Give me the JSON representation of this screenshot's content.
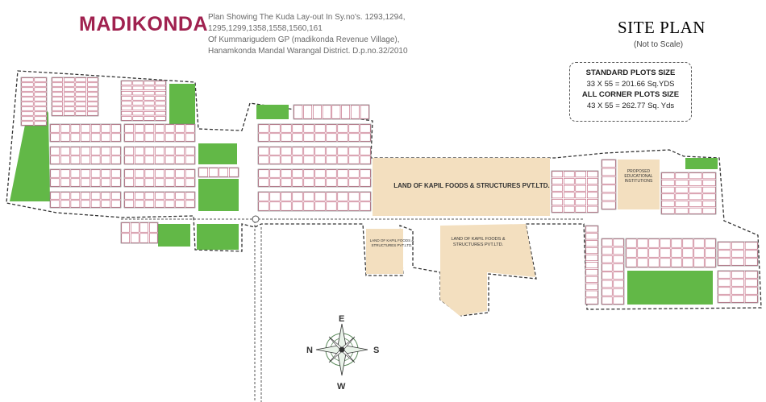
{
  "header": {
    "title": "MADIKONDA",
    "description_lines": [
      "Plan Showing The Kuda Lay-out In Sy.no's. 1293,1294,",
      "1295,1299,1358,1558,1560,161",
      "Of Kummarigudem GP (madikonda Revenue Village),",
      "Hanamkonda Mandal Warangal District. D.p.no.32/2010"
    ]
  },
  "site_plan": {
    "title": "SITE PLAN",
    "note": "(Not to Scale)"
  },
  "plot_sizes": {
    "standard_heading": "STANDARD PLOTS SIZE",
    "standard_value": "33 X 55 = 201.66 Sq.YDS",
    "corner_heading": "ALL CORNER  PLOTS SIZE",
    "corner_value": "43 X 55 = 262.77 Sq. Yds"
  },
  "map": {
    "kapil_main": "LAND OF KAPIL FOODS & STRUCTURES PVT.LTD.",
    "kapil_small": "LAND OF KAPIL FOODS & STRUCTURES PVT.LTD.",
    "kapil_lower": "LAND OF KAPIL FOODS & STRUCTURES PVT.LTD.",
    "education": "PROPOSED EDUCATIONAL INSTITUTIONS"
  },
  "compass": {
    "n": "N",
    "e": "E",
    "s": "S",
    "w": "W"
  },
  "colors": {
    "title": "#a0214f",
    "green": "#62b847",
    "kapil": "#f3dfbf",
    "education": "#f3dfbf",
    "plot_border": "#b03a5a",
    "boundary": "#333333"
  }
}
